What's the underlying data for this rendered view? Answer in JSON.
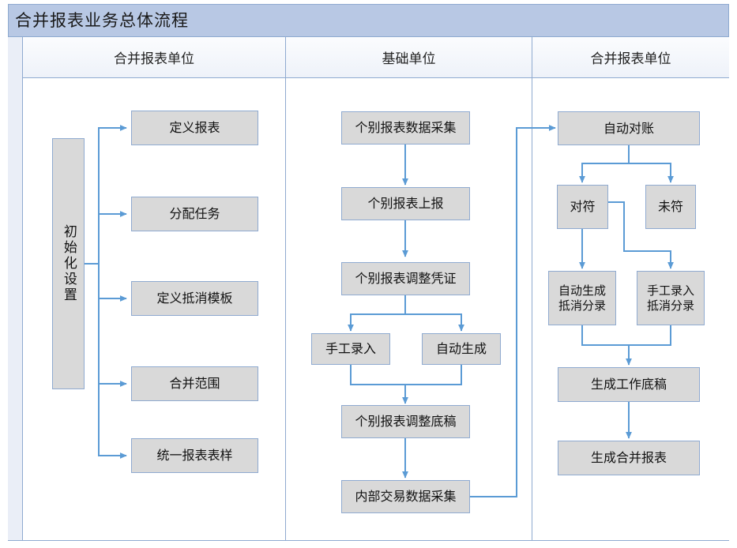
{
  "title": "合并报表业务总体流程",
  "lanes": [
    {
      "label": "合并报表单位"
    },
    {
      "label": "基础单位"
    },
    {
      "label": "合并报表单位"
    }
  ],
  "colors": {
    "title_bar": "#b8c8e4",
    "frame_border": "#8faad0",
    "node_fill": "#d9d9d9",
    "node_border": "#8faad0",
    "arrow": "#5b9bd5",
    "lane_header_fill": "#eef2f9",
    "lane_strip_fill": "#eaeef7"
  },
  "nodes": {
    "init_setup": "初始化设置",
    "define_report": "定义报表",
    "assign_task": "分配任务",
    "define_offset_template": "定义抵消模板",
    "merge_scope": "合并范围",
    "unify_report_style": "统一报表表样",
    "indiv_data_collect": "个别报表数据采集",
    "indiv_report_submit": "个别报表上报",
    "indiv_adjust_voucher": "个别报表调整凭证",
    "manual_entry": "手工录入",
    "auto_generate": "自动生成",
    "indiv_adjust_draft": "个别报表调整底稿",
    "internal_txn_collect": "内部交易数据采集",
    "auto_reconcile": "自动对账",
    "matched": "对符",
    "unmatched": "未符",
    "auto_gen_offset_l1": "自动生成",
    "auto_gen_offset_l2": "抵消分录",
    "manual_offset_l1": "手工录入",
    "manual_offset_l2": "抵消分录",
    "generate_worksheet": "生成工作底稿",
    "generate_consolidated": "生成合并报表"
  },
  "flow": {
    "type": "flowchart",
    "orientation": "swimlane-vertical",
    "edges": [
      {
        "from": "init_setup",
        "to": "define_report"
      },
      {
        "from": "init_setup",
        "to": "assign_task"
      },
      {
        "from": "init_setup",
        "to": "define_offset_template"
      },
      {
        "from": "init_setup",
        "to": "merge_scope"
      },
      {
        "from": "init_setup",
        "to": "unify_report_style"
      },
      {
        "from": "indiv_data_collect",
        "to": "indiv_report_submit"
      },
      {
        "from": "indiv_report_submit",
        "to": "indiv_adjust_voucher"
      },
      {
        "from": "indiv_adjust_voucher",
        "to": "manual_entry"
      },
      {
        "from": "indiv_adjust_voucher",
        "to": "auto_generate"
      },
      {
        "from": "manual_entry",
        "to": "indiv_adjust_draft"
      },
      {
        "from": "auto_generate",
        "to": "indiv_adjust_draft"
      },
      {
        "from": "indiv_adjust_draft",
        "to": "internal_txn_collect"
      },
      {
        "from": "internal_txn_collect",
        "to": "auto_reconcile"
      },
      {
        "from": "auto_reconcile",
        "to": "matched"
      },
      {
        "from": "auto_reconcile",
        "to": "unmatched"
      },
      {
        "from": "matched",
        "to": "auto_gen_offset_l1"
      },
      {
        "from": "matched",
        "to": "manual_offset_l1"
      },
      {
        "from": "auto_gen_offset_l1",
        "to": "generate_worksheet"
      },
      {
        "from": "manual_offset_l1",
        "to": "generate_worksheet"
      },
      {
        "from": "generate_worksheet",
        "to": "generate_consolidated"
      }
    ]
  }
}
